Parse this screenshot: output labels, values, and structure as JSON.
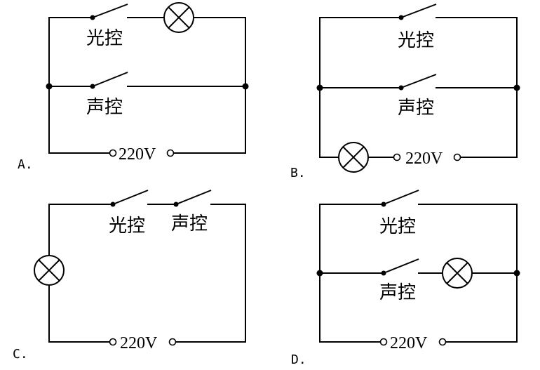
{
  "labels": {
    "light_switch": "光控",
    "sound_switch": "声控",
    "voltage": "220V"
  },
  "options": {
    "a": "A.",
    "b": "B.",
    "c": "C.",
    "d": "D."
  }
}
